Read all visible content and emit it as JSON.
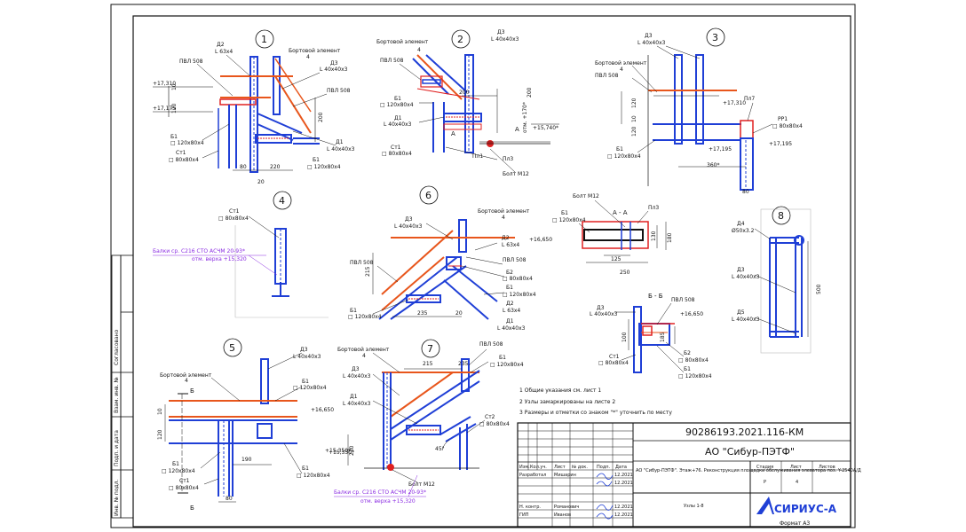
{
  "frame": {
    "format_label": "Формат А3"
  },
  "details": {
    "d1": {
      "num": "1",
      "labels": [
        "Д2",
        "L 63х4",
        "ПВЛ 508",
        "Бортовой элемент",
        "Д3",
        "L 40х40х3",
        "ПВЛ 508",
        "Д1",
        "L 40х40х3",
        "Б1",
        "□ 120х80х4",
        "Ст1",
        "□ 80х80х4",
        "Б1",
        "□ 120х80х4"
      ],
      "levels": [
        "+17,310",
        "+17,175"
      ],
      "dims": [
        "10",
        "120",
        "80",
        "220",
        "20",
        "200",
        "4"
      ]
    },
    "d2": {
      "num": "2",
      "labels": [
        "Бортовой элемент",
        "Д3",
        "L 40х40х3",
        "ПВЛ 508",
        "Б1",
        "□ 120х80х4",
        "Д1",
        "L 40х40х3",
        "Ст1",
        "□ 80х80х4",
        "Пл1",
        "Пл3",
        "Болт М12",
        "А",
        "А"
      ],
      "levels": [
        "+15,740*"
      ],
      "dims": [
        "200",
        "200",
        "отм. +170*",
        "4"
      ]
    },
    "d3": {
      "num": "3",
      "labels": [
        "Д3",
        "L 40х40х3",
        "Бортовой элемент",
        "ПВЛ 508",
        "Пл7",
        "РР1",
        "□ 80х80х4",
        "Б1",
        "□ 120х80х4"
      ],
      "levels": [
        "+17,310",
        "+17,195",
        "+17,195"
      ],
      "dims": [
        "120",
        "10",
        "120",
        "360*",
        "80",
        "4"
      ]
    },
    "d4": {
      "num": "4",
      "labels": [
        "Ст1",
        "□ 80х80х4"
      ],
      "note1": "Балки ср. С216 СТО АСЧМ 20-93*",
      "note2": "отм. верха +15,320"
    },
    "d5": {
      "num": "5",
      "labels": [
        "Д3",
        "L 40х40х3",
        "Бортовой элемент",
        "Б",
        "Б1",
        "□ 120х80х4",
        "Ст1",
        "□ 80х80х4",
        "Б",
        "Б1",
        "□ 120х80х4",
        "Б1",
        "□ 120х80х4"
      ],
      "levels": [
        "+16,650",
        "+15,350*"
      ],
      "dims": [
        "10",
        "120",
        "190",
        "80",
        "4"
      ]
    },
    "d6": {
      "num": "6",
      "labels": [
        "Д3",
        "L 40х40х3",
        "Бортовой элемент",
        "Д2",
        "L 63х4",
        "ПВЛ 508",
        "ПВЛ 508",
        "Б2",
        "□ 80х80х4",
        "Б1",
        "□ 120х80х4",
        "Б1",
        "□ 120х80х4",
        "Д2",
        "L 63х4",
        "Д1",
        "L 40х40х3"
      ],
      "levels": [
        "+16,650"
      ],
      "dims": [
        "215",
        "235",
        "20",
        "4"
      ]
    },
    "d7": {
      "num": "7",
      "labels": [
        "Бортовой элемент",
        "ПВЛ 508",
        "Б1",
        "□ 120х80х4",
        "Д3",
        "L 40х40х3",
        "Д1",
        "L 40х40х3",
        "Ст2",
        "□ 80х80х4",
        "Болт М12"
      ],
      "levels": [
        "+15,350*"
      ],
      "dims": [
        "215",
        "235",
        "230",
        "45°",
        "4"
      ],
      "note1": "Балки ср. С216 СТО АСЧМ 20-93*",
      "note2": "отм. верха +15,320"
    },
    "d8": {
      "num": "8",
      "labels": [
        "Д4",
        "Ø50х3.2",
        "Д3",
        "L 40х40х3",
        "Д5",
        "L 40х40х3"
      ],
      "dims": [
        "500"
      ]
    },
    "aa": {
      "title": "А - А",
      "labels": [
        "Болт М12",
        "Б1",
        "□ 120х80х4",
        "Пл3"
      ],
      "dims": [
        "130",
        "180",
        "125",
        "250"
      ]
    },
    "bb": {
      "title": "Б - Б",
      "labels": [
        "ПВЛ 508",
        "Д3",
        "L 40х40х3",
        "Ст1",
        "□ 80х80х4",
        "Б2",
        "□ 80х80х4",
        "Б1",
        "□ 120х80х4"
      ],
      "levels": [
        "+16,650"
      ],
      "dims": [
        "100",
        "185"
      ]
    }
  },
  "notes": [
    "1   Общие указания см. лист 1",
    "2   Узлы замаркированы на листе 2",
    "3   Размеры и отметки со знаком \"*\" уточнить по месту"
  ],
  "left_strip": [
    "Согласовано",
    "Взам. инв. №",
    "Подп. и дата",
    "Инв. № подл."
  ],
  "title_block": {
    "doc_code": "90286193.2021.116-КМ",
    "org": "АО \"Сибур-ПЭТФ\"",
    "col_headers": [
      "Изм.",
      "Кол.уч.",
      "Лист",
      "№ док.",
      "Подп.",
      "Дата"
    ],
    "rows": [
      {
        "role": "Разработал",
        "name": "Мишарин",
        "date": "12.2021"
      },
      {
        "role": "",
        "name": "",
        "date": "12.2021"
      },
      {
        "role": "Н. контр.",
        "name": "Романович",
        "date": "12.2021"
      },
      {
        "role": "ГИП",
        "name": "Иванов",
        "date": "12.2021"
      }
    ],
    "description": "АО \"Сибур-ПЭТФ\". Этаж+76. Реконструкция площадки обслуживания элеватора поз. Y-2540А/Д",
    "stage_header": "Стадия",
    "sheet_header": "Лист",
    "sheets_header": "Листов",
    "stage": "Р",
    "sheet": "4",
    "sheet_title": "Узлы 1-8",
    "company": "СИРИУС-А"
  },
  "colors": {
    "blue": "#1f3fd6",
    "orange": "#e8561c",
    "red": "#e02020",
    "purple": "#8a2be2",
    "line": "#111111"
  }
}
